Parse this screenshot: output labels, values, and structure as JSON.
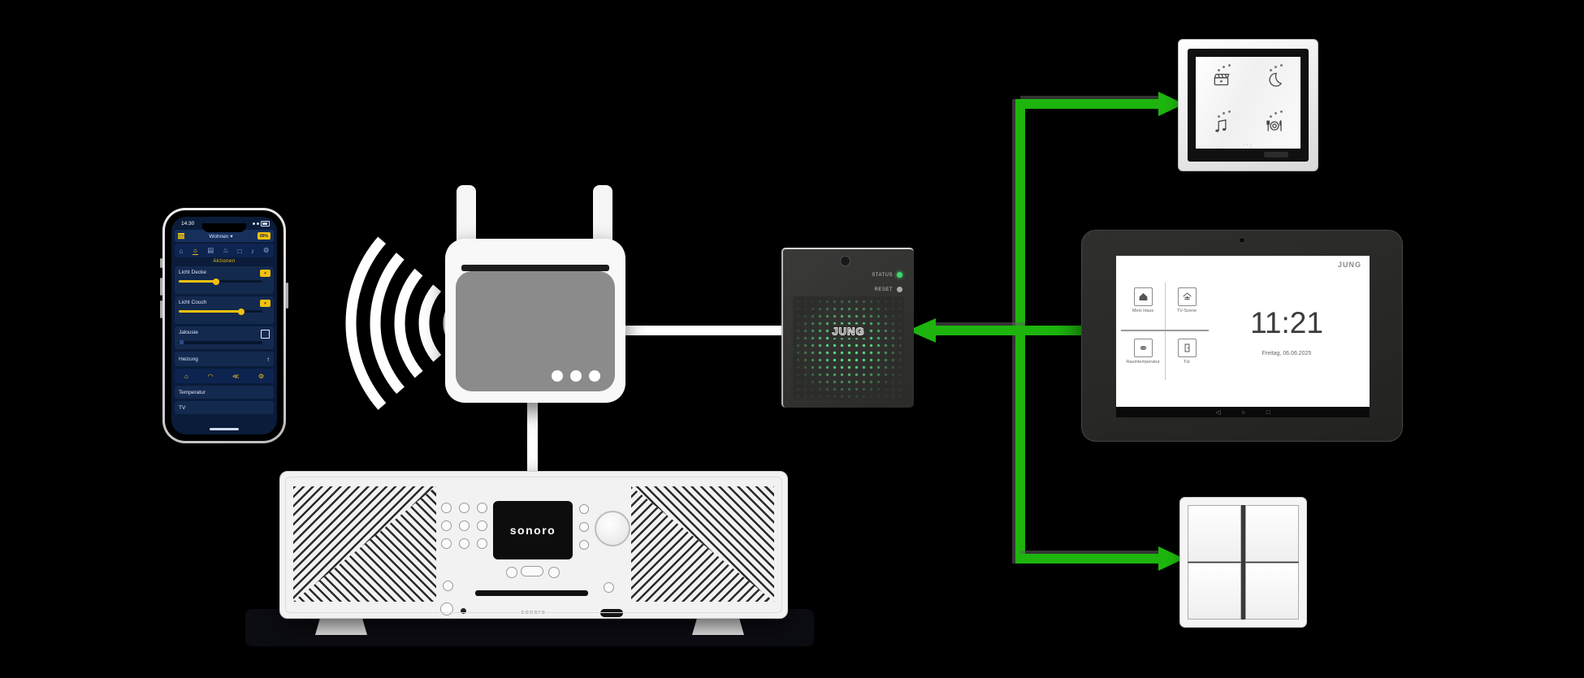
{
  "colors": {
    "accent_green": "#1db40e",
    "app_yellow": "#f2c10f",
    "app_navy": "#0a1c3a"
  },
  "phone": {
    "status_time": "14:30",
    "header": {
      "title": "Wohnen",
      "caret": "▾",
      "badge": "89%"
    },
    "tabs": [
      {
        "name": "rooms",
        "glyph": "⌂"
      },
      {
        "name": "light",
        "glyph": "☼"
      },
      {
        "name": "blinds",
        "glyph": "▤"
      },
      {
        "name": "climate",
        "glyph": "♨"
      },
      {
        "name": "window",
        "glyph": "□"
      },
      {
        "name": "audio",
        "glyph": "♪"
      },
      {
        "name": "settings",
        "glyph": "⚙"
      }
    ],
    "section_label": "Aktionen",
    "rows": [
      {
        "label": "Licht Decke",
        "type": "slider",
        "value": 45
      },
      {
        "label": "Licht Couch",
        "type": "slider",
        "value": 75
      },
      {
        "label": "Jalousie",
        "type": "checkbox",
        "value": 10
      },
      {
        "label": "Heizung",
        "type": "link",
        "glyph": "↑"
      }
    ],
    "nav": [
      {
        "name": "home",
        "glyph": "⌂"
      },
      {
        "name": "scenes",
        "glyph": "◠"
      },
      {
        "name": "fast-access",
        "glyph": "≪"
      },
      {
        "name": "settings",
        "glyph": "⚙"
      }
    ],
    "extra_rows": [
      {
        "label": "Temperatur"
      },
      {
        "label": "TV"
      }
    ]
  },
  "audio_device": {
    "display_logo": "sonoro",
    "front_label": "sonoro"
  },
  "gateway": {
    "logo": "JUNG",
    "status_label": "STATUS",
    "reset_label": "RESET"
  },
  "scene_panel": {
    "icons": [
      "movie-scene",
      "night-scene",
      "music-scene",
      "dinner-scene"
    ],
    "pager": "···"
  },
  "tablet": {
    "logo": "JUNG",
    "time": "11:21",
    "date": "Freitag, 06.06.2025",
    "tiles": [
      {
        "label": "Mein Haus"
      },
      {
        "label": "TV-Szene"
      },
      {
        "label": "Raumtemperatur"
      },
      {
        "label": "Tür"
      }
    ],
    "nav": [
      {
        "name": "back",
        "glyph": "◁"
      },
      {
        "name": "home",
        "glyph": "○"
      },
      {
        "name": "recents",
        "glyph": "□"
      }
    ]
  }
}
